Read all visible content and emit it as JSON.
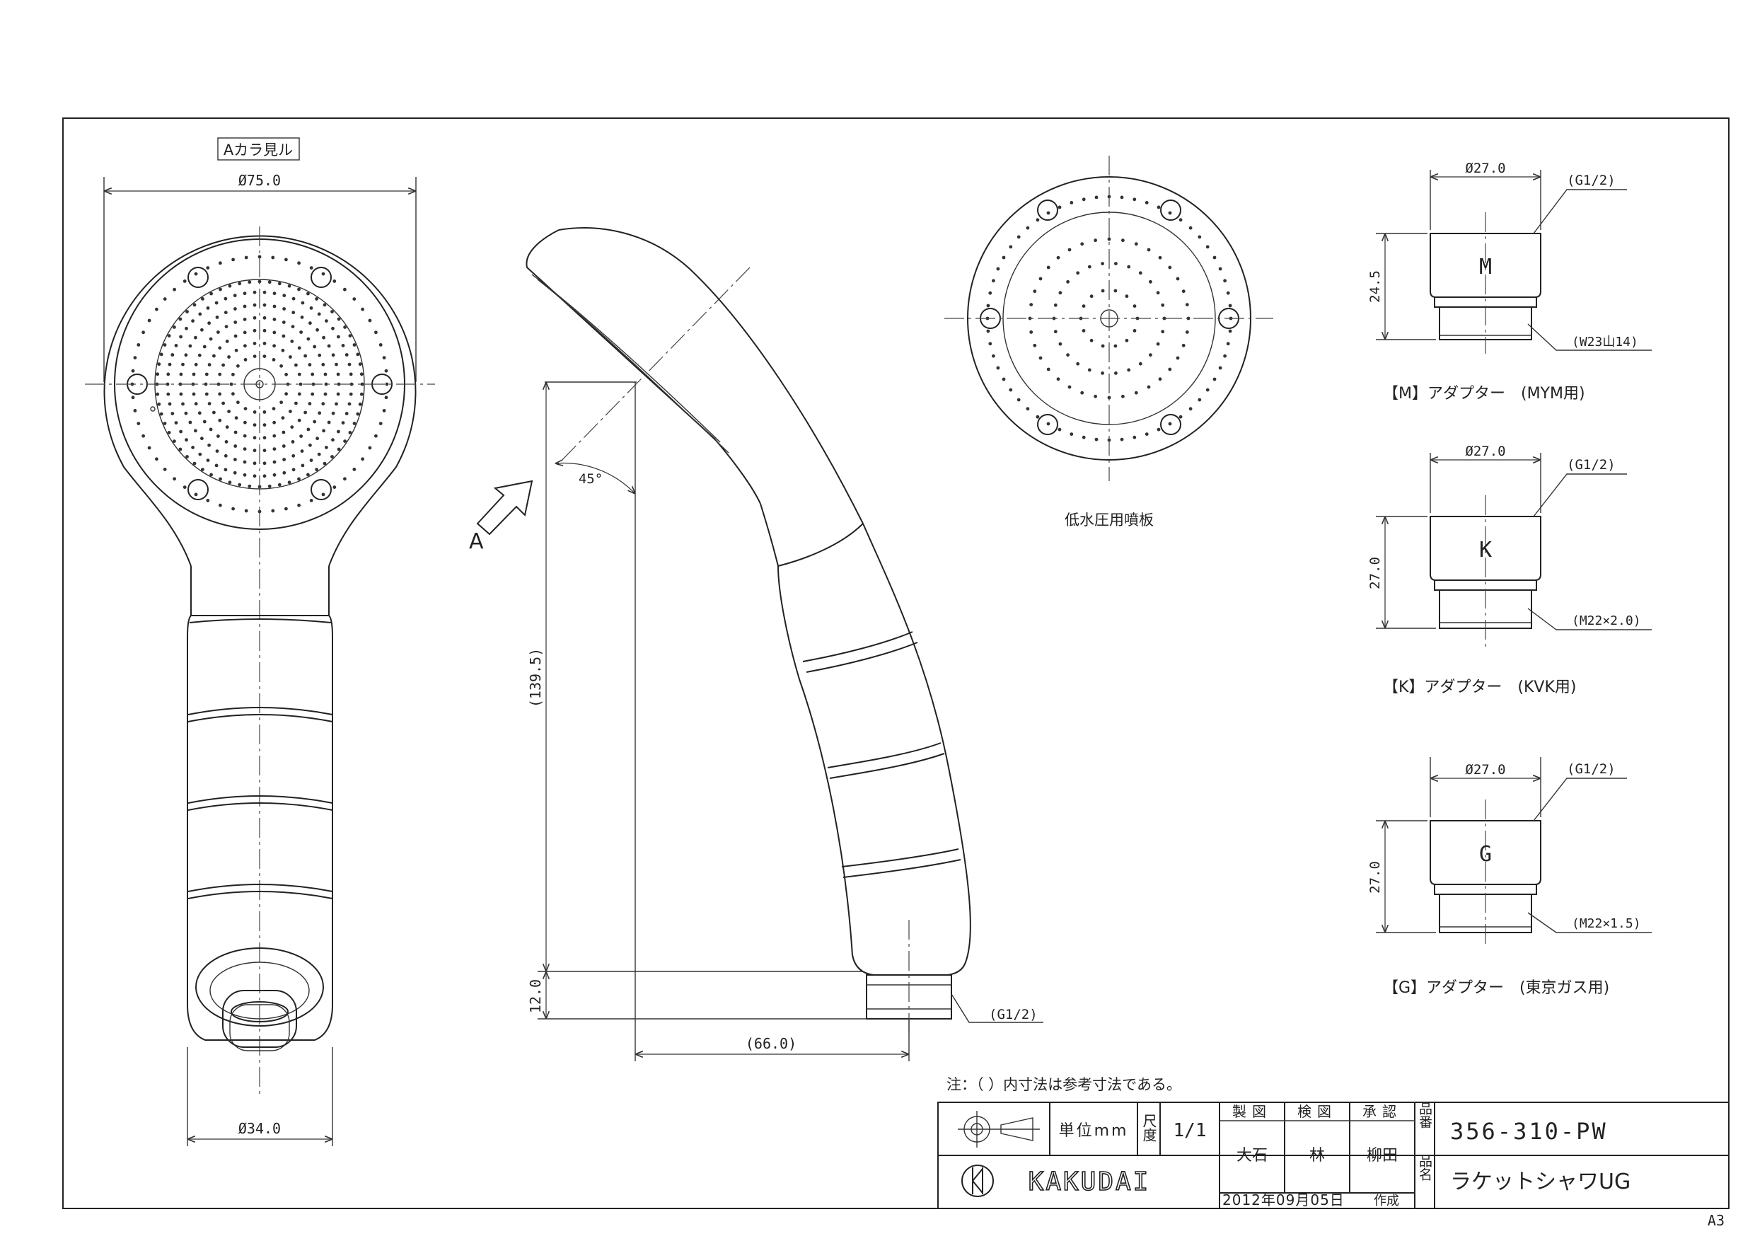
{
  "title_block": {
    "part_number_label": "品番",
    "part_number": "356-310-PW",
    "product_name_label": "品名",
    "product_name": "ラケットシャワUG",
    "unit_label": "単位mm",
    "scale_label": "尺度",
    "scale": "1/1",
    "drawn_label": "製図",
    "checked_label": "検図",
    "approved_label": "承認",
    "drawn_by": "大石",
    "checked_by": "林",
    "approved_by": "柳田",
    "date": "2012年09月05日",
    "created_label": "作成",
    "company": "KAKUDAI"
  },
  "note": "注：（ ）内寸法は参考寸法である。",
  "paper_size": "A3",
  "front_view": {
    "view_label": "Aカラ見ル",
    "width_dim": "Ø75.0",
    "grip_dim": "Ø34.0"
  },
  "side_view": {
    "arrow_label": "A",
    "angle": "45°",
    "height_dim": "(139.5)",
    "connector_dim": "12.0",
    "reach_dim": "(66.0)",
    "thread": "(G1/2)"
  },
  "plate_view": {
    "caption": "低水圧用噴板"
  },
  "adapters": [
    {
      "letter": "M",
      "diameter": "Ø27.0",
      "height": "24.5",
      "top_thread": "(G1/2)",
      "bottom_thread": "(W23山14)",
      "caption": "【M】アダプター　(MYM用)"
    },
    {
      "letter": "K",
      "diameter": "Ø27.0",
      "height": "27.0",
      "top_thread": "(G1/2)",
      "bottom_thread": "(M22×2.0)",
      "caption": "【K】アダプター　(KVK用)"
    },
    {
      "letter": "G",
      "diameter": "Ø27.0",
      "height": "27.0",
      "top_thread": "(G1/2)",
      "bottom_thread": "(M22×1.5)",
      "caption": "【G】アダプター　(東京ガス用)"
    }
  ]
}
